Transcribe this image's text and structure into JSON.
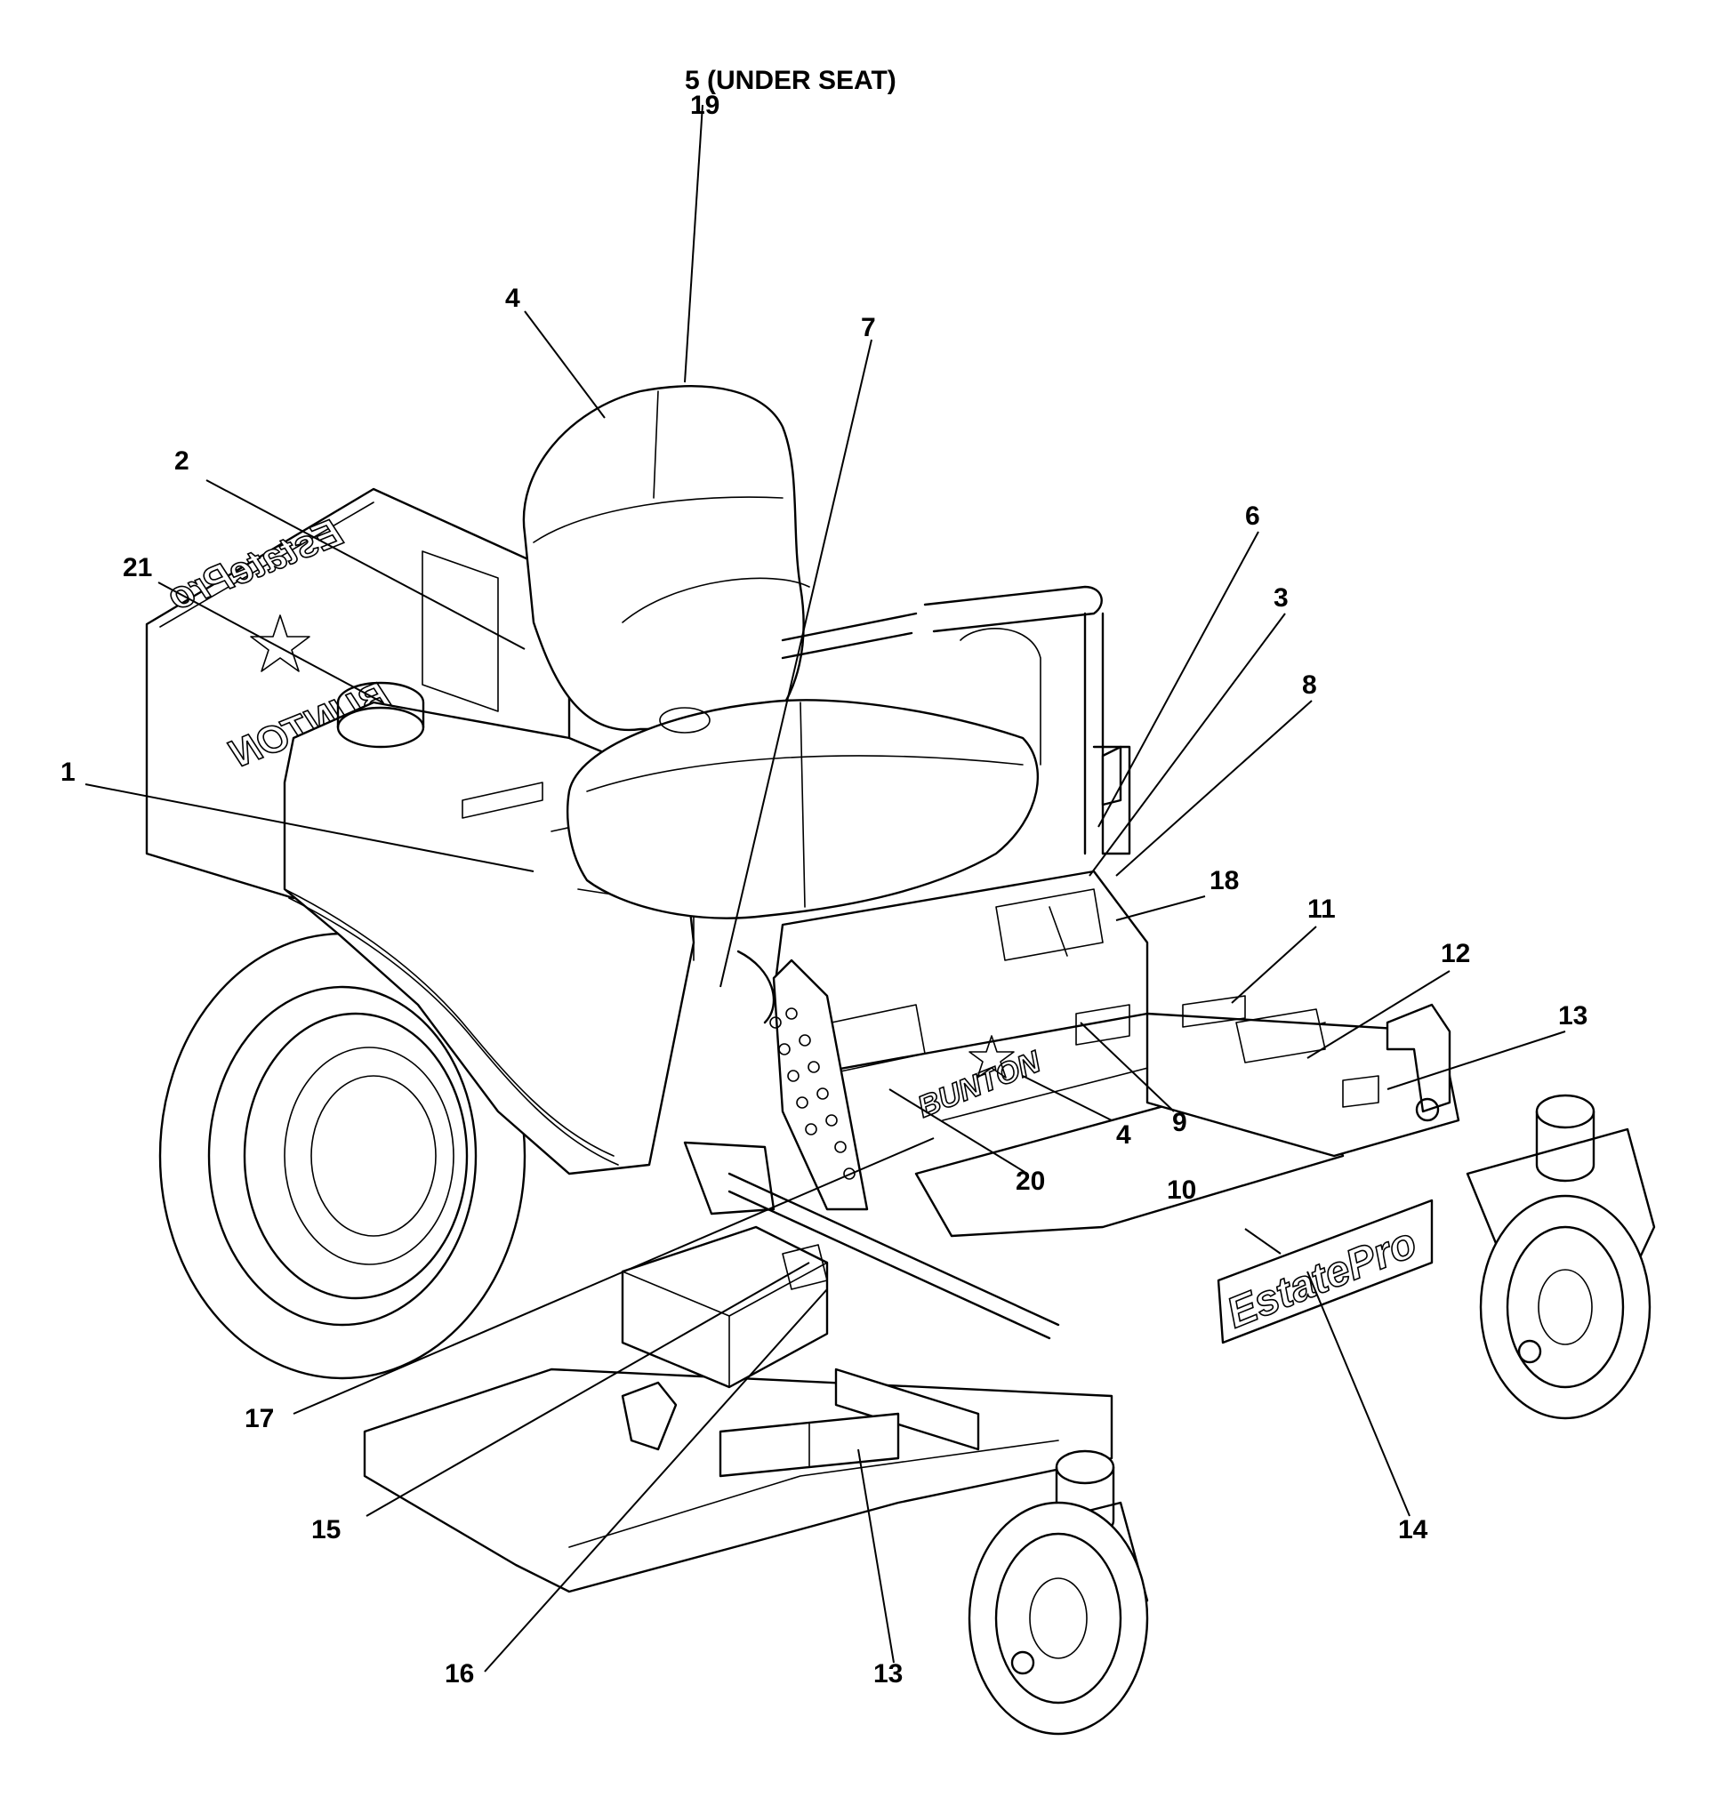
{
  "callouts": {
    "c5_under_seat": "5 (UNDER SEAT)",
    "c19": "19",
    "c4_seat": "4",
    "c7": "7",
    "c2": "2",
    "c6": "6",
    "c21": "21",
    "c3": "3",
    "c8": "8",
    "c1": "1",
    "c18": "18",
    "c11": "11",
    "c12": "12",
    "c13_right": "13",
    "c9": "9",
    "c4_deck": "4",
    "c20": "20",
    "c10": "10",
    "c17": "17",
    "c15": "15",
    "c14": "14",
    "c16": "16",
    "c13_bottom": "13"
  },
  "decals": {
    "brand_front": "EstatePro",
    "brand_rear": "EstatePro",
    "maker_front": "BUNTON",
    "maker_rear": "BUNTON"
  },
  "icons": {
    "star_front": "star-icon",
    "star_rear": "star-icon"
  }
}
